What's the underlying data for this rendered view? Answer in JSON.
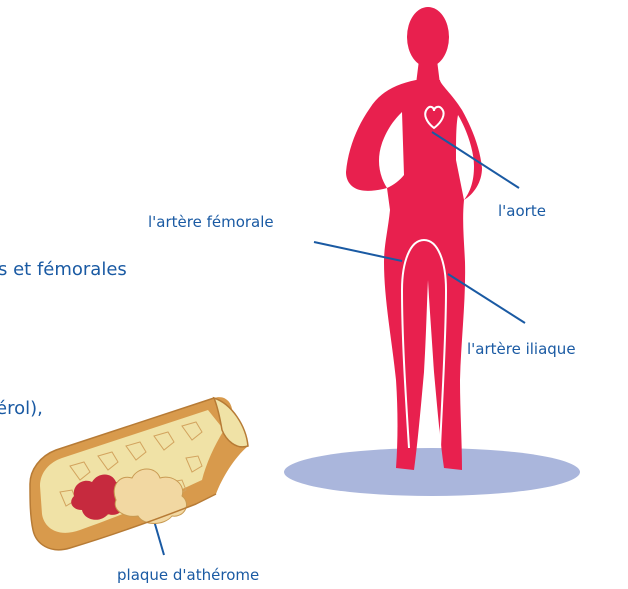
{
  "labels": {
    "aorte": "l'aorte",
    "artere_femorale": "l'artère fémorale",
    "artere_iliaque": "l'artère iliaque",
    "plaque": "plaque d'athérome"
  },
  "partial_text": {
    "line1": "s et fémorales",
    "line2": "érol),"
  },
  "colors": {
    "body": "#e8204e",
    "label_text": "#1a5aa3",
    "shadow": "#aab6dc",
    "artery_outer": "#d89a4c",
    "artery_inner": "#f0e2a6",
    "plaque": "#f2d8a2",
    "clot": "#c62a3e"
  }
}
